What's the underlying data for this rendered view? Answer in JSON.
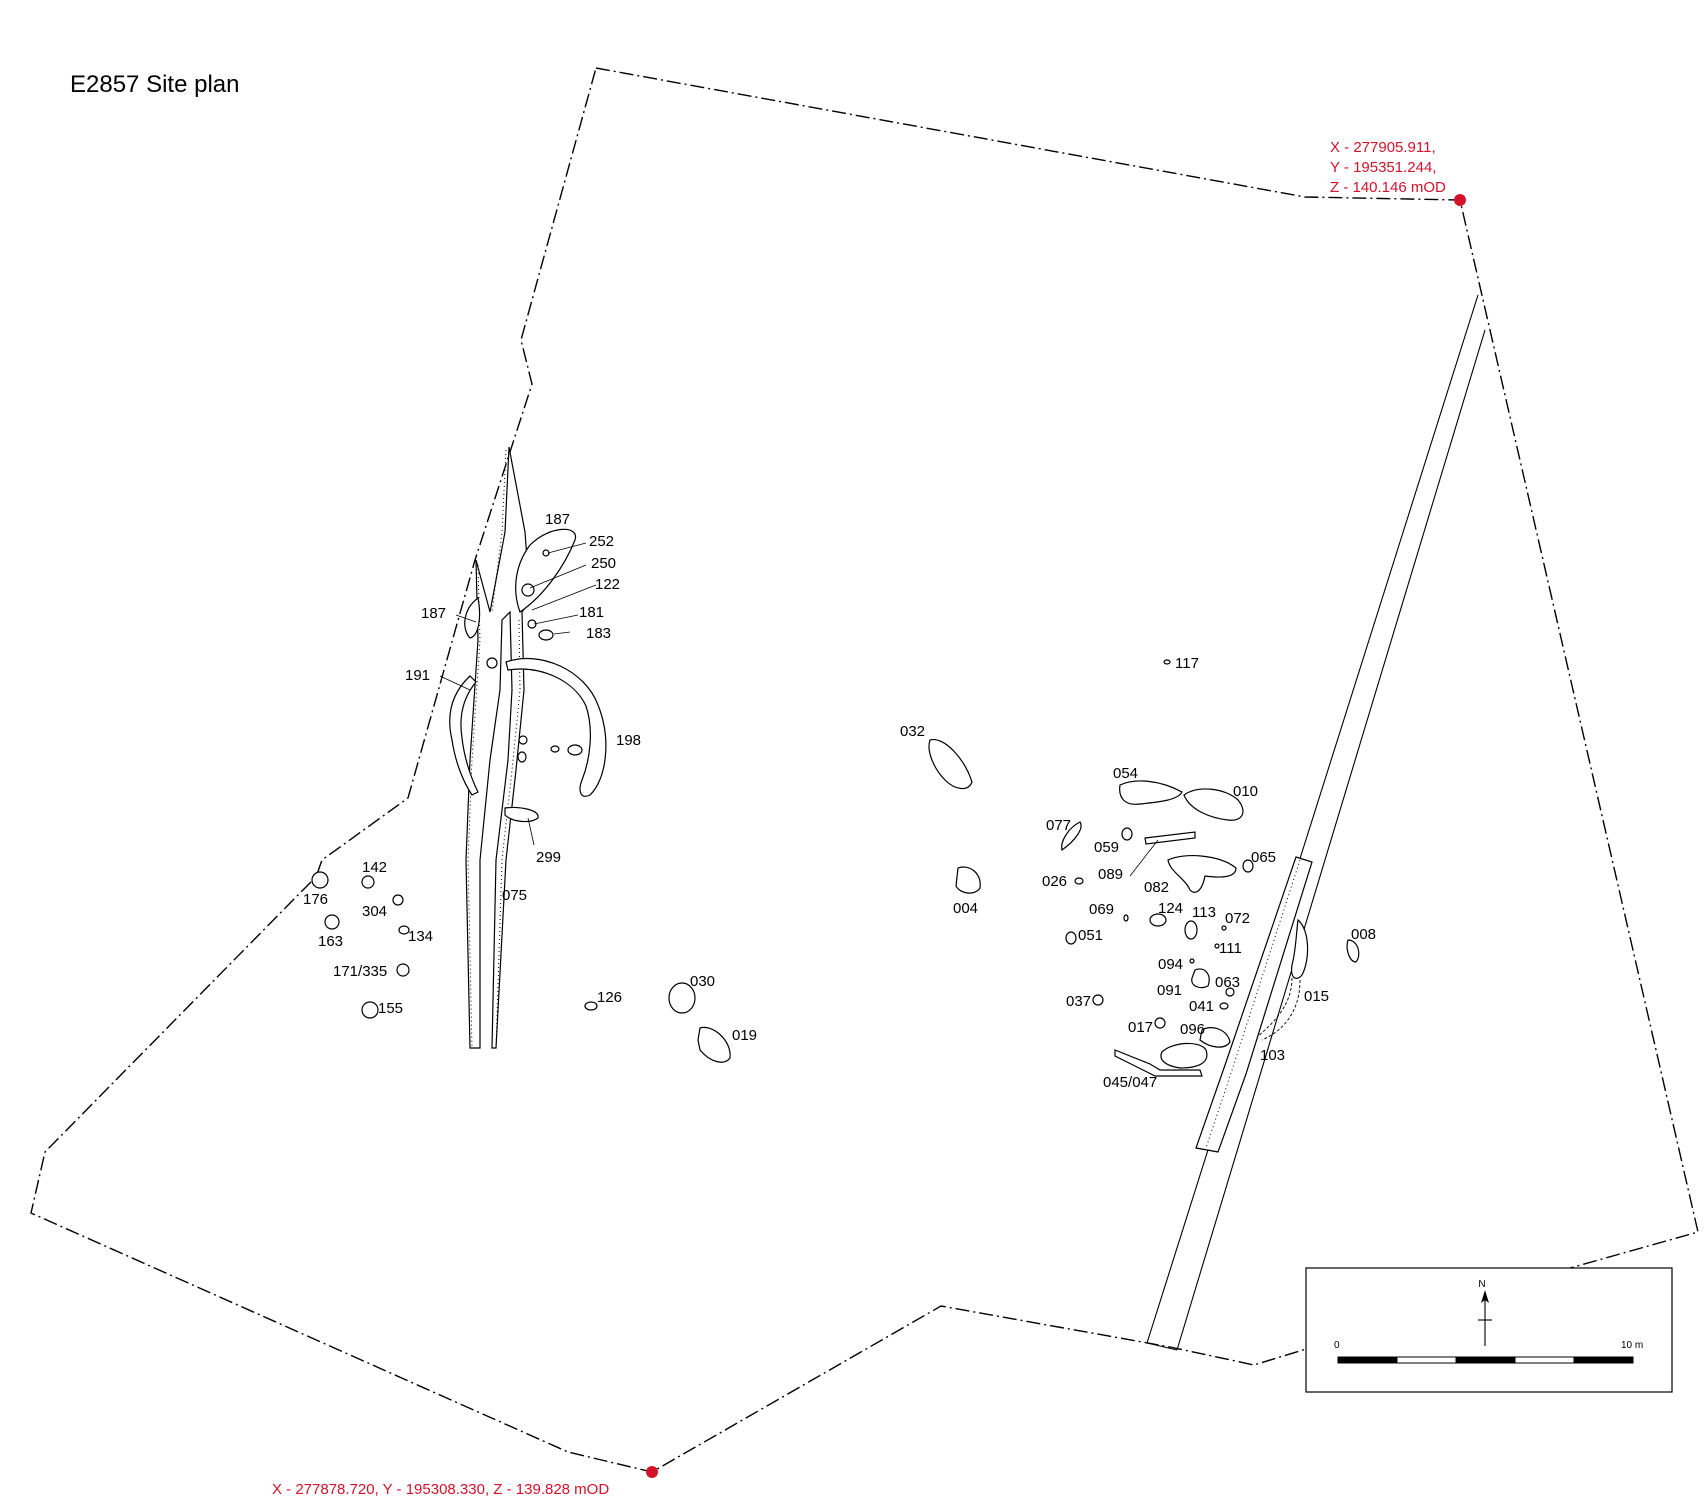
{
  "title": "E2857 Site plan",
  "accent_color": "#d4122a",
  "survey_points": [
    {
      "lines": [
        "X - 277905.911,",
        "Y - 195351.244,",
        "Z - 140.146 mOD"
      ]
    },
    {
      "lines": [
        "X - 277878.720, Y - 195308.330, Z - 139.828 mOD"
      ]
    }
  ],
  "features": [
    "187",
    "252",
    "250",
    "122",
    "187",
    "181",
    "183",
    "191",
    "198",
    "299",
    "075",
    "142",
    "176",
    "304",
    "134",
    "163",
    "171/335",
    "155",
    "126",
    "030",
    "019",
    "032",
    "004",
    "117",
    "054",
    "010",
    "077",
    "059",
    "089",
    "026",
    "082",
    "065",
    "069",
    "124",
    "113",
    "072",
    "051",
    "111",
    "094",
    "091",
    "063",
    "037",
    "041",
    "017",
    "096",
    "045/047",
    "103",
    "015",
    "008"
  ],
  "legend": {
    "north": "N",
    "scale_start": "0",
    "scale_end": "10 m"
  }
}
